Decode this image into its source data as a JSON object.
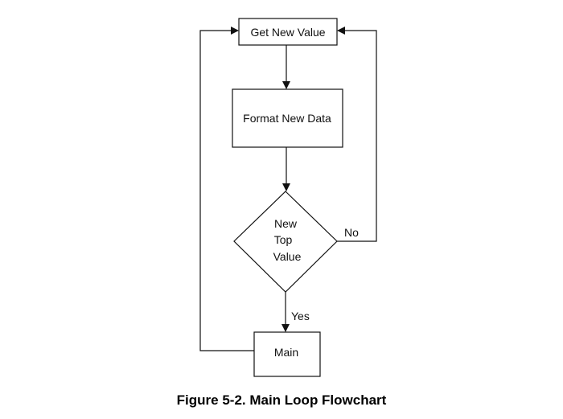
{
  "diagram": {
    "nodes": {
      "get_new_value": {
        "label": "Get New Value",
        "shape": "rectangle"
      },
      "format_new_data": {
        "label": "Format New Data",
        "shape": "rectangle"
      },
      "decision": {
        "label_lines": [
          "New",
          "Top",
          "Value"
        ],
        "shape": "diamond"
      },
      "main": {
        "label": "Main",
        "shape": "rectangle"
      }
    },
    "edges": {
      "get_to_format": {
        "from": "get_new_value",
        "to": "format_new_data"
      },
      "format_to_decision": {
        "from": "format_new_data",
        "to": "decision"
      },
      "decision_no": {
        "from": "decision",
        "to": "get_new_value",
        "label": "No"
      },
      "decision_yes": {
        "from": "decision",
        "to": "main",
        "label": "Yes"
      },
      "main_loop": {
        "from": "main",
        "to": "get_new_value"
      }
    }
  },
  "caption": "Figure 5-2. Main Loop Flowchart"
}
